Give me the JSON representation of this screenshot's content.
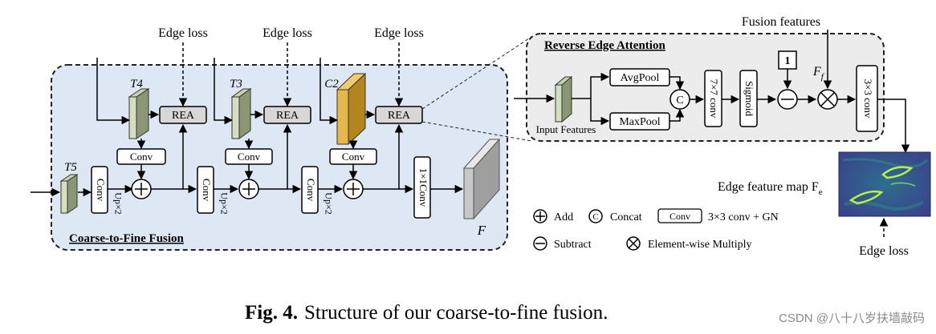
{
  "figure": {
    "caption_bold": "Fig. 4.",
    "caption_text": "Structure of our coarse-to-fine fusion.",
    "watermark": "CSDN @八十八岁扶墙敲码"
  },
  "ctf": {
    "title": "Coarse-to-Fine Fusion",
    "edge_loss": "Edge loss",
    "t5": "T5",
    "t4": "T4",
    "t3": "T3",
    "c2": "C2",
    "rea": "REA",
    "conv": "Conv",
    "upx2": "Up×2",
    "conv1x1": "1×1Conv",
    "output": "F"
  },
  "rea_panel": {
    "title": "Reverse Edge Attention",
    "input_features": "Input Features",
    "avgpool": "AvgPool",
    "maxpool": "MaxPool",
    "concat_symbol": "C",
    "conv7": "7×7 conv",
    "sigmoid": "Sigmoid",
    "one": "1",
    "conv3": "3×3 conv",
    "fusion_features": "Fusion features",
    "ff": "F",
    "ff_sub": "f"
  },
  "edge_map": {
    "label": "Edge feature map F",
    "label_sub": "e",
    "edge_loss": "Edge loss"
  },
  "legend": {
    "add": "Add",
    "concat_symbol": "C",
    "concat": "Concat",
    "conv_box": "Conv",
    "conv_desc": "3×3 conv + GN",
    "subtract": "Subtract",
    "multiply": "Element-wise Multiply"
  },
  "colors": {
    "panel_blue": "#dde8f4",
    "panel_gray": "#ececec",
    "rea_box": "#d7d7d7",
    "feat_green": "#d4dfc0",
    "feat_yellow": "#e6b84a",
    "output_gray": "#c7c7c7"
  }
}
